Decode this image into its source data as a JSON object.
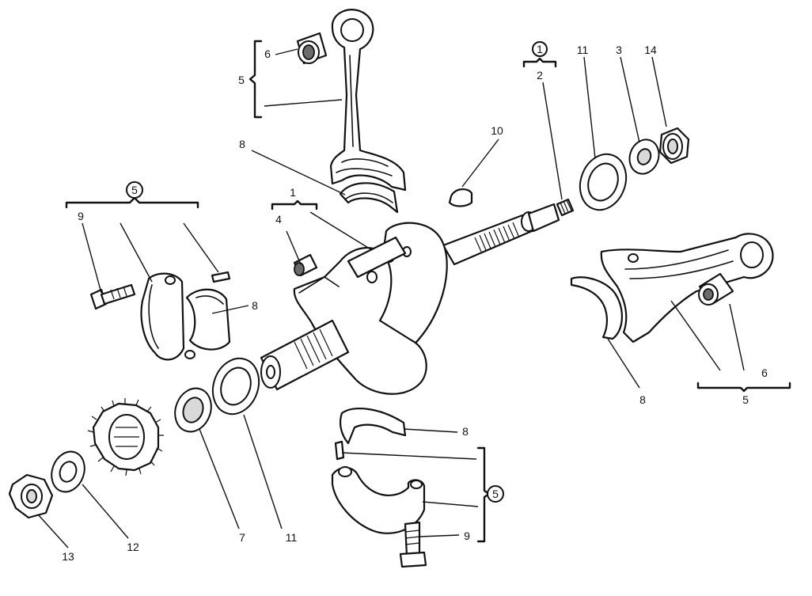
{
  "diagram": {
    "callouts": {
      "c1": "1",
      "c2": "2",
      "c3": "3",
      "c4": "4",
      "c5_top": "5",
      "c5_right": "5",
      "c6_top": "6",
      "c6_right": "6",
      "c7": "7",
      "c8_top": "8",
      "c8_left": "8",
      "c8_right": "8",
      "c8_bottom": "8",
      "c9_left": "9",
      "c9_bottom": "9",
      "c10": "10",
      "c11_top": "11",
      "c11_bottom": "11",
      "c12": "12",
      "c13": "13",
      "c14": "14"
    },
    "circled_marks": {
      "m1_top": "1",
      "m5_left": "5",
      "m5_bottom": "5"
    }
  }
}
